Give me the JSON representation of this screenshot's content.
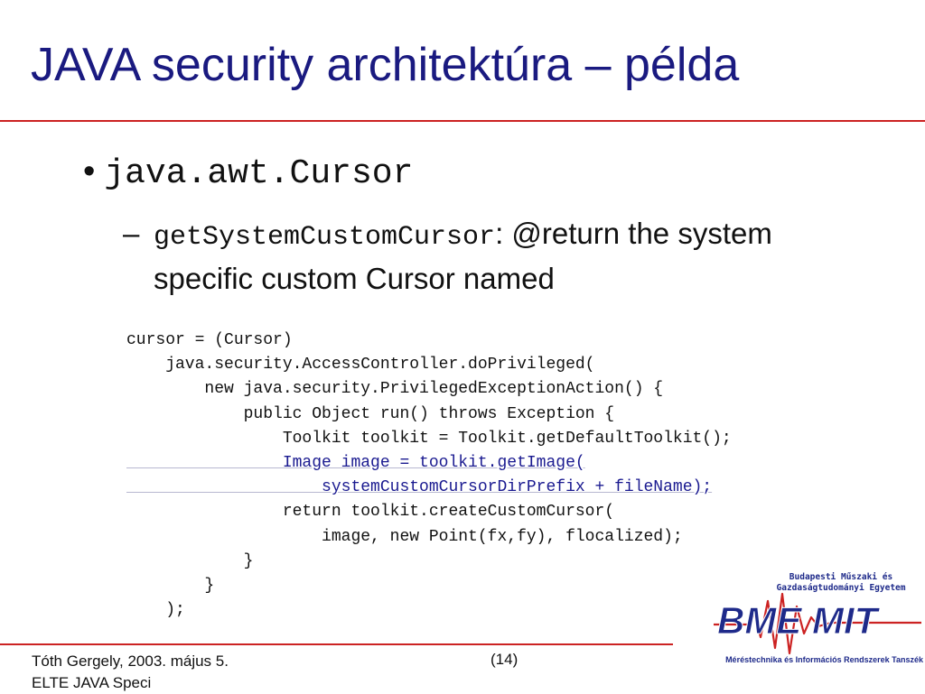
{
  "slide": {
    "title": "JAVA security architektúra – példa"
  },
  "bullets": {
    "level1": {
      "marker": "•",
      "text": "java.awt.Cursor"
    },
    "level2": {
      "marker": "–",
      "method": "getSystemCustomCursor",
      "description": ": @return the system specific custom Cursor named"
    }
  },
  "code": {
    "lines": [
      "cursor = (Cursor)",
      "    java.security.AccessController.doPrivileged(",
      "        new java.security.PrivilegedExceptionAction() {",
      "            public Object run() throws Exception {",
      "                Toolkit toolkit = Toolkit.getDefaultToolkit();",
      "                Image image = toolkit.getImage(",
      "                    systemCustomCursorDirPrefix + fileName);",
      "                return toolkit.createCustomCursor(",
      "                    image, new Point(fx,fy), flocalized);",
      "            }",
      "        }",
      "    );"
    ],
    "highlight_color": "#1a1a90"
  },
  "footer": {
    "author_date": "Tóth Gergely, 2003. május 5.",
    "course": "ELTE JAVA Speci",
    "page": "(14)"
  },
  "logo": {
    "university_line1": "Budapesti Műszaki és",
    "university_line2": "Gazdaságtudományi Egyetem",
    "brand": "BME MIT",
    "department": "Méréstechnika és Információs Rendszerek Tanszék"
  },
  "colors": {
    "title": "#1a1a80",
    "rule": "#cc2222",
    "logo_blue": "#1e2a8a",
    "logo_red": "#cc2222"
  }
}
